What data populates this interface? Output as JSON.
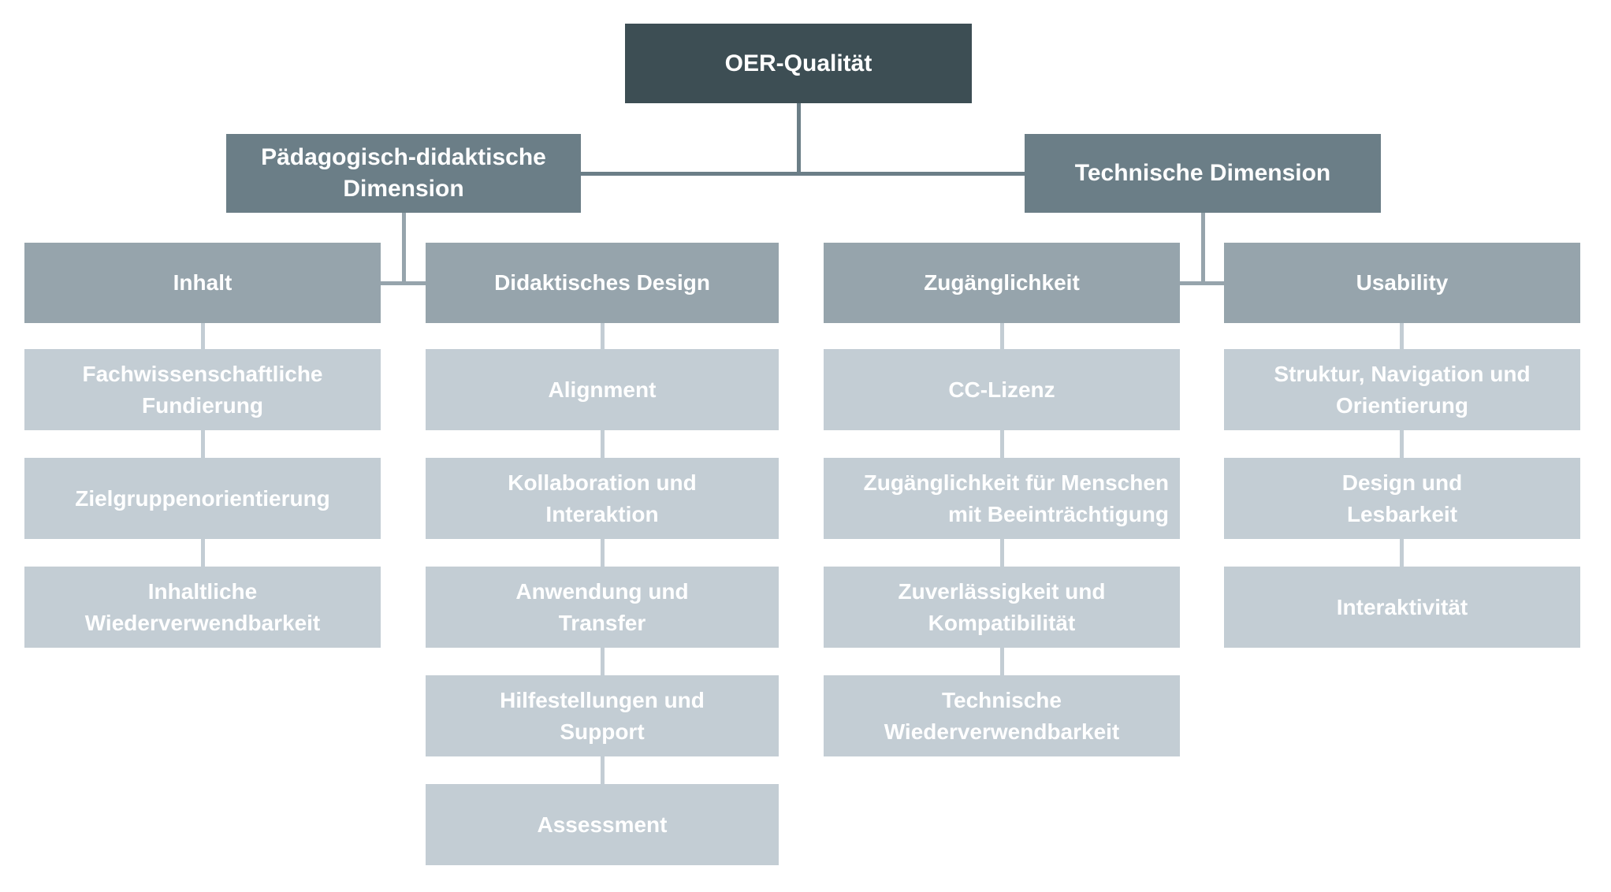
{
  "tree": {
    "root": {
      "label": "OER-Qualität"
    },
    "branches": [
      {
        "label": "Pädagogisch-didaktische\nDimension",
        "categories": [
          {
            "label": "Inhalt",
            "items": [
              "Fachwissenschaftliche\nFundierung",
              "Zielgruppenorientierung",
              "Inhaltliche\nWiederverwendbarkeit"
            ]
          },
          {
            "label": "Didaktisches Design",
            "items": [
              "Alignment",
              "Kollaboration und\nInteraktion",
              "Anwendung und\nTransfer",
              "Hilfestellungen und\nSupport",
              "Assessment"
            ]
          }
        ]
      },
      {
        "label": "Technische Dimension",
        "categories": [
          {
            "label": "Zugänglichkeit",
            "items": [
              "CC-Lizenz",
              "Zugänglichkeit für Menschen\nmit Beeinträchtigung",
              "Zuverlässigkeit und\nKompatibilität",
              "Technische\nWiederverwendbarkeit"
            ]
          },
          {
            "label": "Usability",
            "items": [
              "Struktur, Navigation und\nOrientierung",
              "Design und\nLesbarkeit",
              "Interaktivität"
            ]
          }
        ]
      }
    ]
  },
  "colors": {
    "root_box": "#3D4E54",
    "dimension_box": "#6B7E87",
    "category_box": "#96A4AC",
    "item_box": "#C3CDD4",
    "connector_level1": "#6B7E87",
    "connector_level2": "#96A4AC",
    "connector_level3": "#C3CDD4",
    "text": "#FFFFFF",
    "background": "#FFFFFF"
  }
}
